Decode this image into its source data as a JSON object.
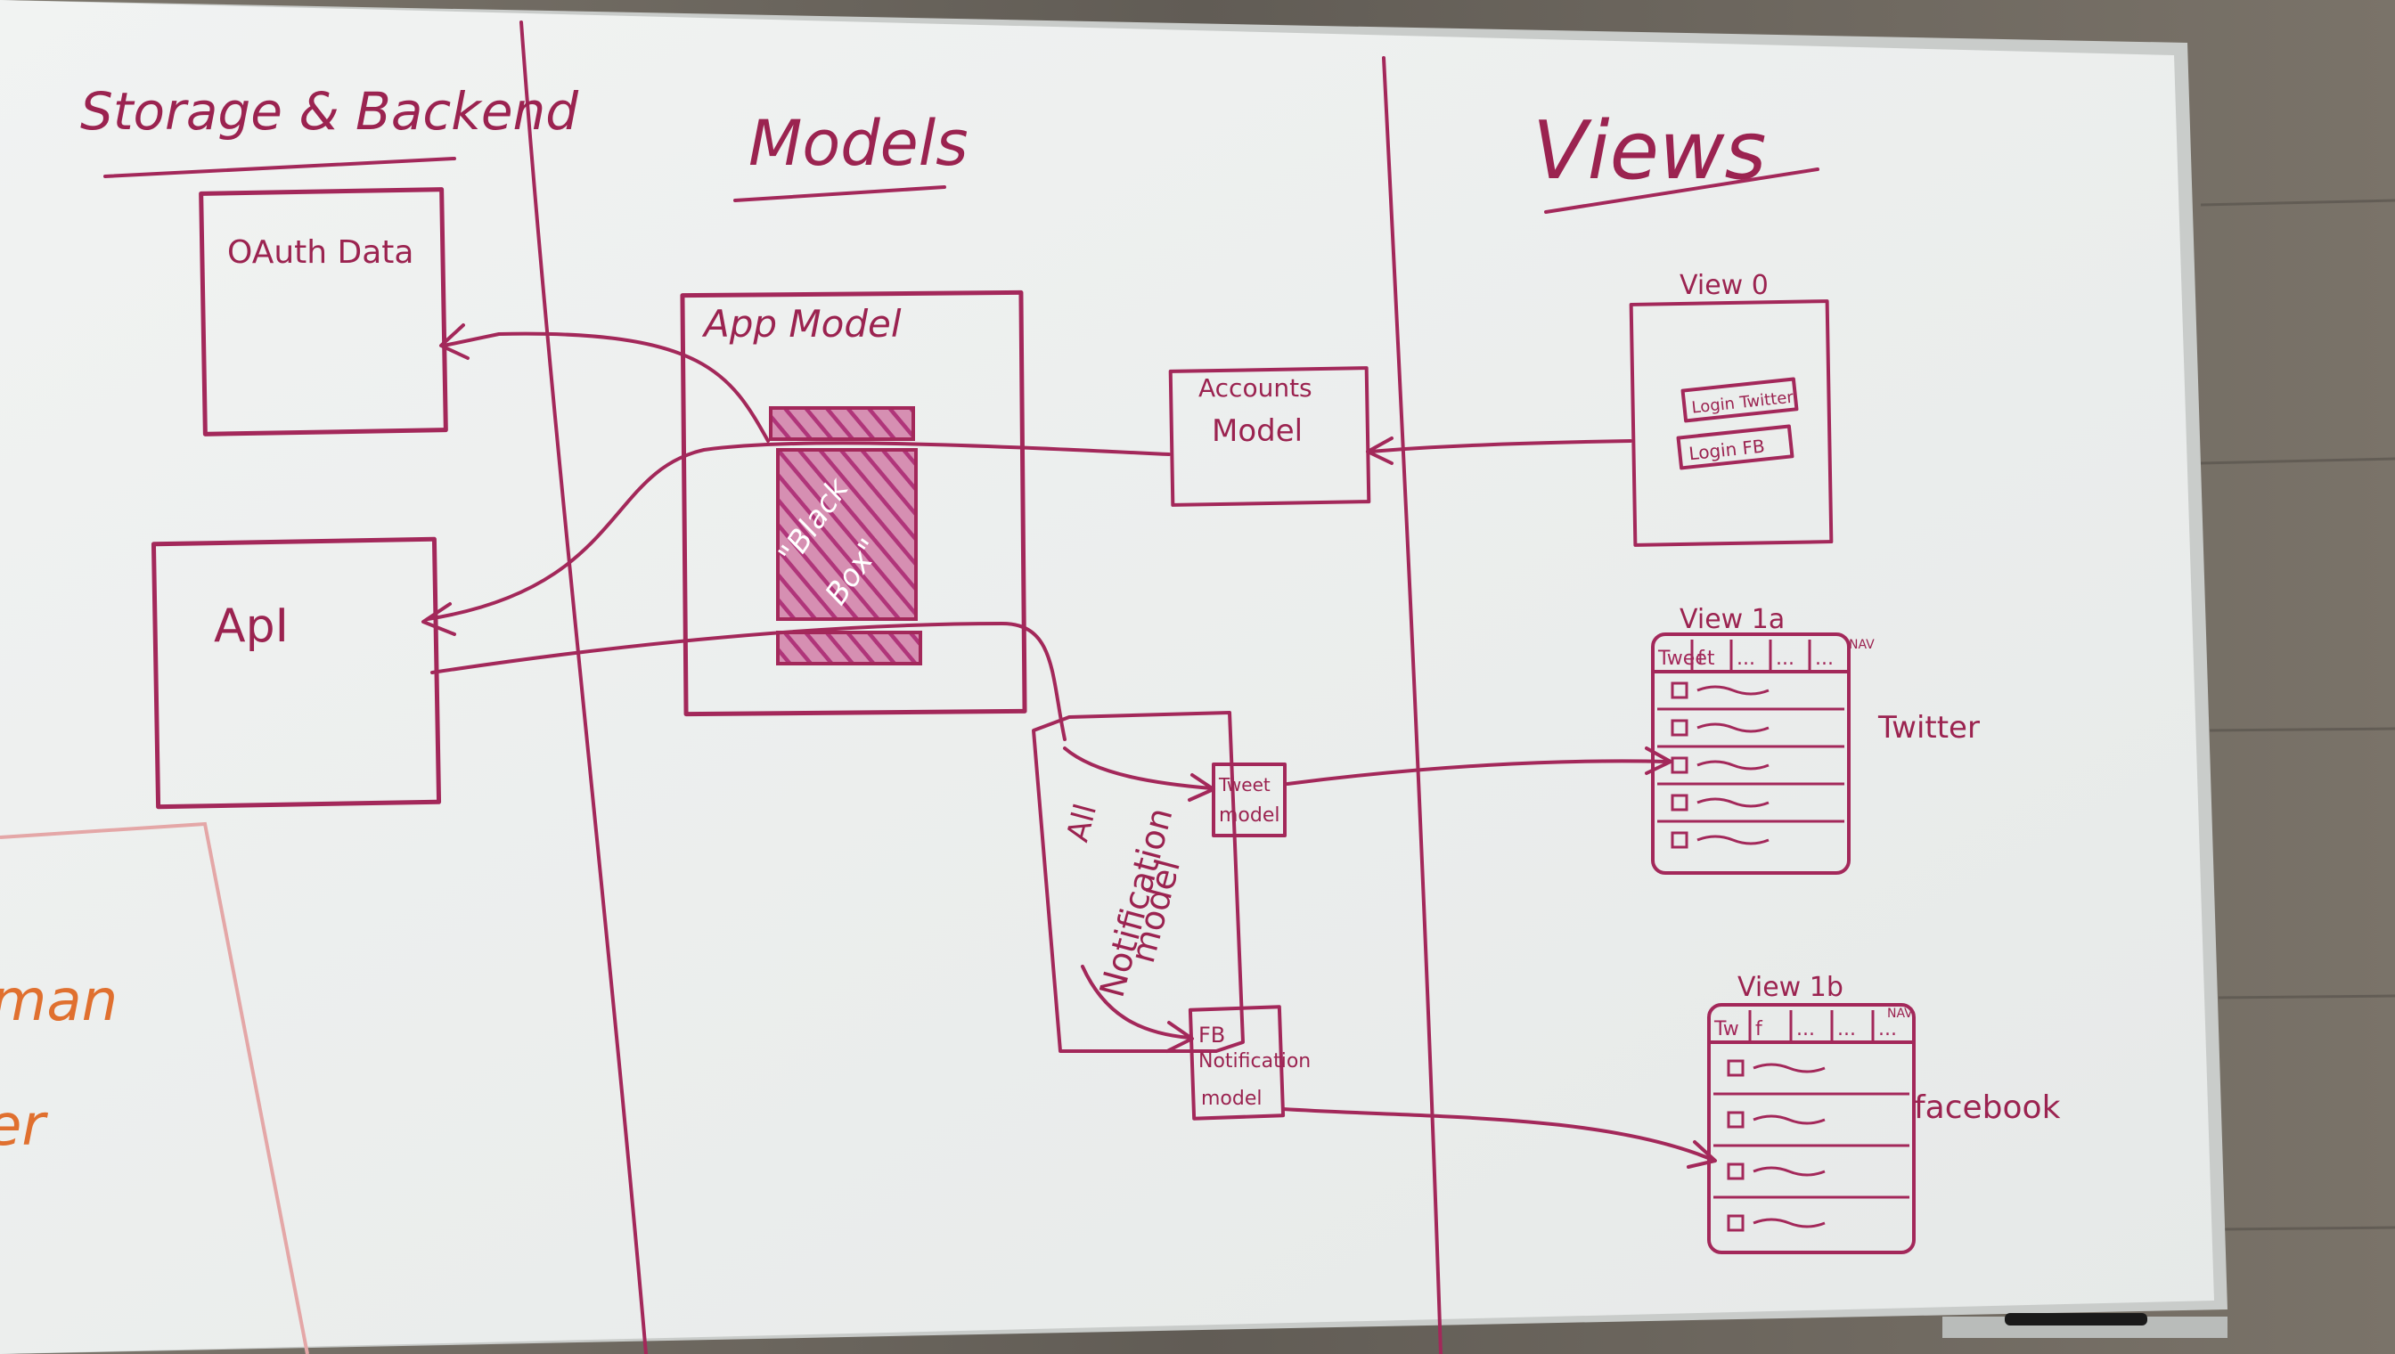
{
  "colors": {
    "ink": "#a3285a",
    "hatch": "#b0357a",
    "orange_ink": "#e0702f",
    "board": "#eef0ef",
    "frame": "#c9ccca",
    "wall": "#6f6a62"
  },
  "columns": {
    "storage": "Storage & Backend",
    "models": "Models",
    "views": "Views"
  },
  "storage": {
    "oauth": "OAuth Data",
    "api": "ApI"
  },
  "models": {
    "app_model": "App Model",
    "black_box_1": "\"Black",
    "black_box_2": "Box\"",
    "accounts_1": "Accounts",
    "accounts_2": "Model",
    "all_notif_1": "All",
    "all_notif_2": "Notification",
    "all_notif_3": "model",
    "tweet_1": "Tweet",
    "tweet_2": "model",
    "fb_1": "FB",
    "fb_2": "Notification",
    "fb_3": "model"
  },
  "views": {
    "view0": {
      "title": "View 0",
      "btn_twitter": "Login Twitter",
      "btn_fb": "Login FB"
    },
    "view1a": {
      "title": "View 1a",
      "tabs": [
        "Tweet",
        "f",
        "...",
        "...",
        "..."
      ],
      "nav": "NAV",
      "side_label": "Twitter",
      "rows": 5
    },
    "view1b": {
      "title": "View 1b",
      "tabs": [
        "Tw",
        "f",
        "...",
        "...",
        "..."
      ],
      "nav": "NAV",
      "side_label": "facebook",
      "rows": 4
    }
  },
  "edge_fragments": [
    "man",
    "er"
  ]
}
